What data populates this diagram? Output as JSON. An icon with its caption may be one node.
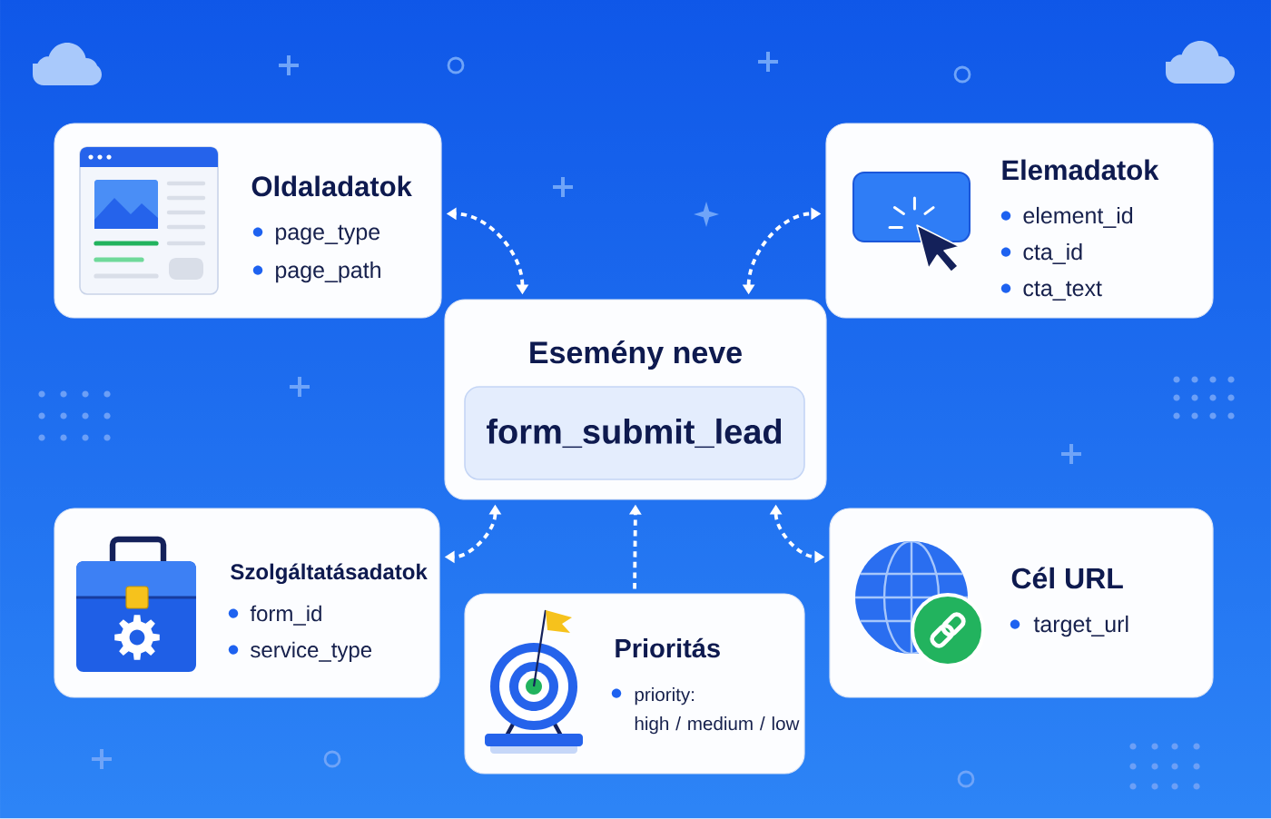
{
  "diagram": {
    "nodes": [
      {
        "text": [
          "Oldaladatok",
          "page_type",
          "page_path"
        ]
      },
      {
        "text": [
          "Elemadatok",
          "element_id",
          "cta_id",
          "cta_text"
        ]
      },
      {
        "text": [
          "Esemény neve"
        ]
      },
      {
        "text": [
          "form_submit_lead"
        ],
        "in": 2
      },
      {
        "text": [
          "Szolgáltatásadatok",
          "form_id",
          "service_type"
        ]
      },
      {
        "text": [
          "Prioritás",
          "priority: high / medium / low"
        ]
      },
      {
        "text": [
          "Cél URL",
          "target_url"
        ]
      }
    ],
    "edges": [
      {
        "from": 2,
        "to": 0,
        "arrow": "both",
        "style": "dashed"
      },
      {
        "from": 2,
        "to": 1,
        "arrow": "both",
        "style": "dashed"
      },
      {
        "from": 2,
        "to": 4,
        "arrow": "both",
        "style": "dashed"
      },
      {
        "from": 5,
        "to": 2,
        "arrow": "to",
        "style": "dashed"
      },
      {
        "from": 2,
        "to": 6,
        "arrow": "both",
        "style": "dashed"
      }
    ]
  }
}
